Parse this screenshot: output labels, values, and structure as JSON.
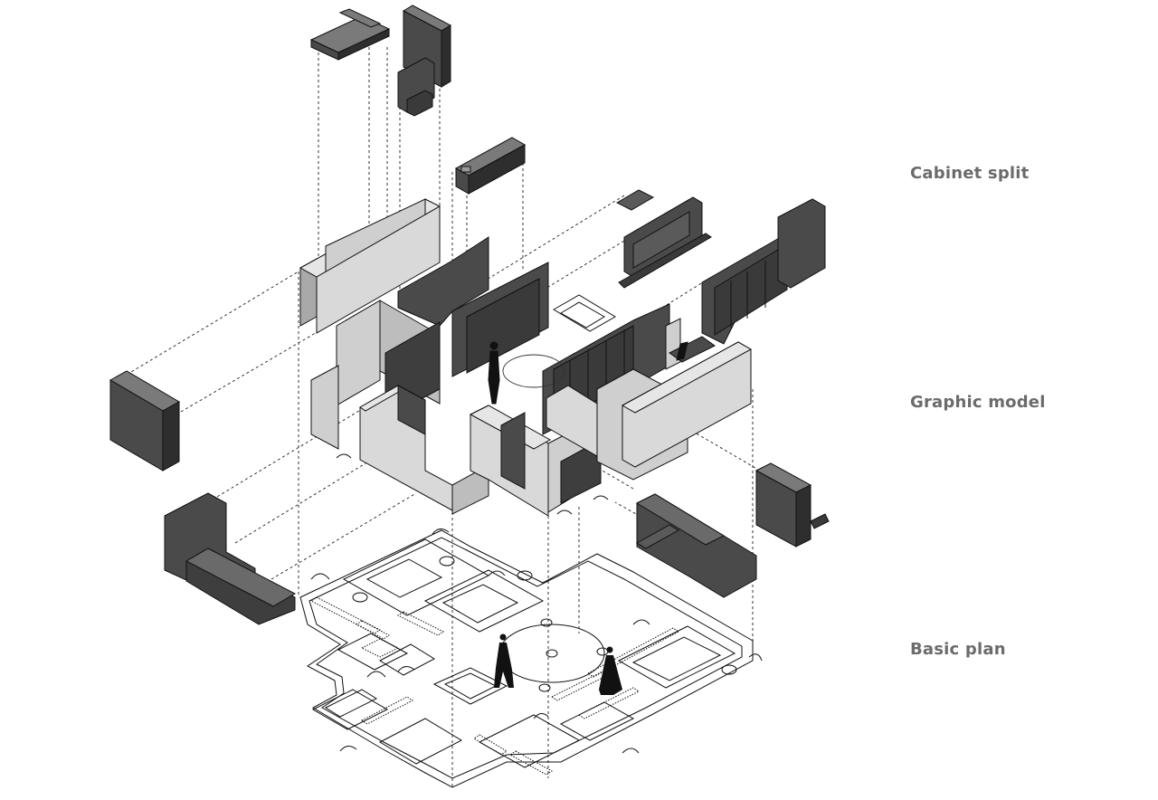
{
  "labels": {
    "cabinet_split": "Cabinet split",
    "graphic_model": "Graphic model",
    "basic_plan": "Basic plan"
  },
  "colors": {
    "cabinet_dark": "#4a4a4a",
    "cabinet_top": "#7a7a7a",
    "cabinet_side": "#2e2e2e",
    "wall_top": "#e6e6e6",
    "wall_face": "#cfcfcf",
    "wall_shadow": "#a9a9a9",
    "line": "#111111",
    "label": "#6b6b6b"
  }
}
